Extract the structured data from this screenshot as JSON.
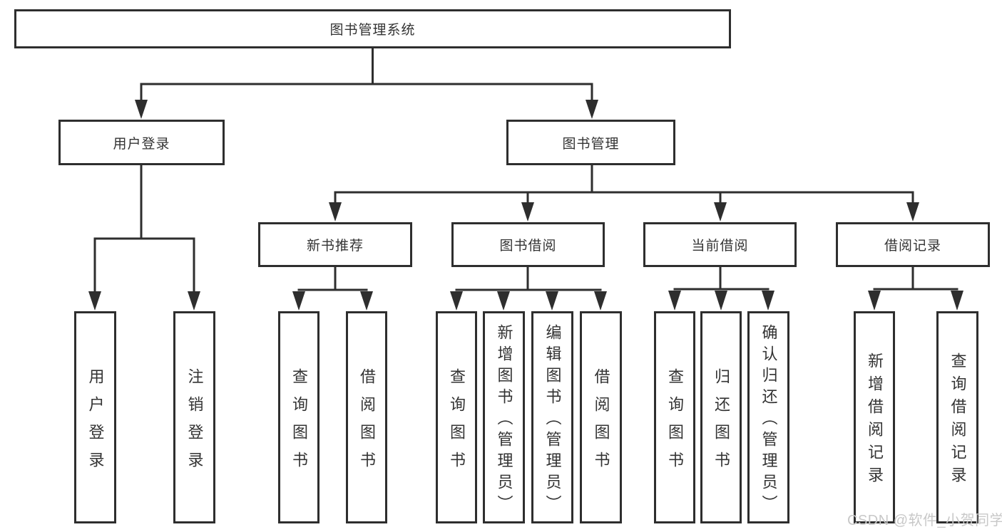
{
  "diagram": {
    "tree": {
      "root": "图书管理系统",
      "children": [
        {
          "label": "用户登录",
          "children": [
            "用户登录",
            "注销登录"
          ]
        },
        {
          "label": "图书管理",
          "children": [
            {
              "label": "新书推荐",
              "children": [
                "查询图书",
                "借阅图书"
              ]
            },
            {
              "label": "图书借阅",
              "children": [
                "查询图书",
                "新增图书（管理员）",
                "编辑图书（管理员）",
                "借阅图书"
              ]
            },
            {
              "label": "当前借阅",
              "children": [
                "查询图书",
                "归还图书",
                "确认归还（管理员）"
              ]
            },
            {
              "label": "借阅记录",
              "children": [
                "新增借阅记录",
                "查询借阅记录"
              ]
            }
          ]
        }
      ]
    },
    "watermark": "CSDN @软件_小贺同学",
    "colors": {
      "line": "#2e2e2e",
      "text": "#333333",
      "watermark": "#c8c8c8",
      "background": "#ffffff"
    }
  }
}
